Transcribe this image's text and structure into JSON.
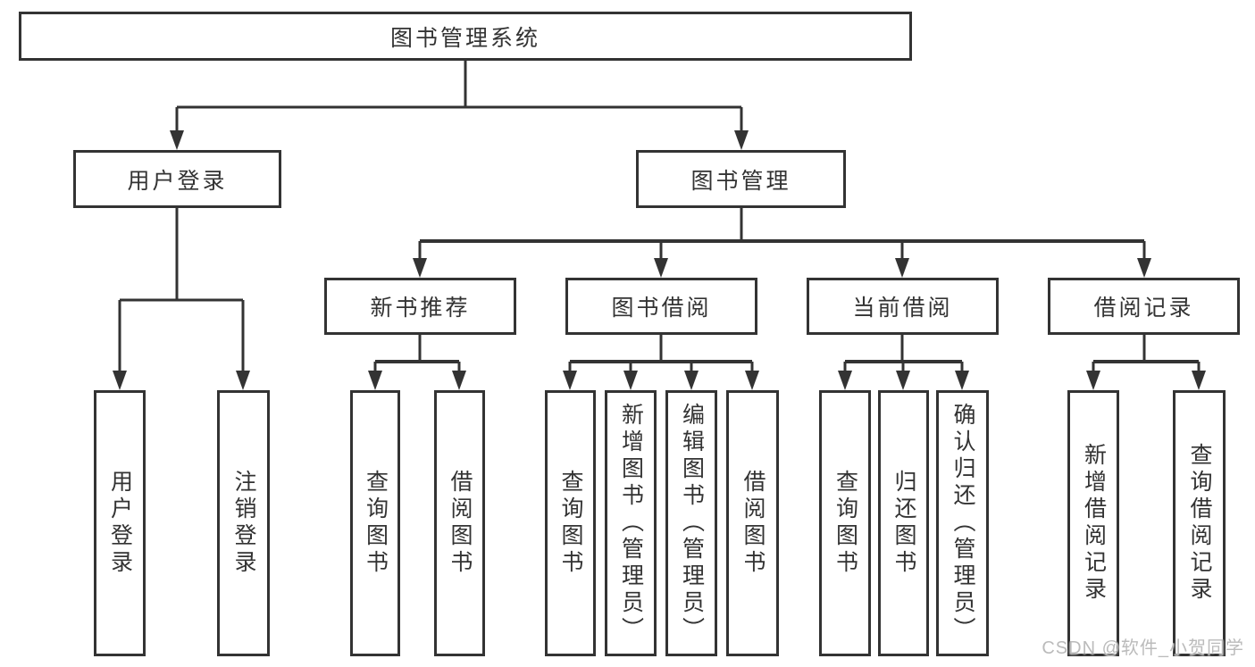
{
  "diagram": {
    "title": "图书管理系统",
    "nodes": {
      "root": "图书管理系统",
      "user_login": "用户登录",
      "book_mgmt": "图书管理",
      "new_book": "新书推荐",
      "book_borrow": "图书借阅",
      "current_borrow": "当前借阅",
      "borrow_record": "借阅记录",
      "leaves": {
        "user_login": [
          "用户登录",
          "注销登录"
        ],
        "new_book": [
          "查询图书",
          "借阅图书"
        ],
        "book_borrow": [
          "查询图书",
          "新增图书（管理员）",
          "编辑图书（管理员）",
          "借阅图书"
        ],
        "current_borrow": [
          "查询图书",
          "归还图书",
          "确认归还（管理员）"
        ],
        "borrow_record": [
          "新增借阅记录",
          "查询借阅记录"
        ]
      }
    }
  },
  "watermark": {
    "text": "CSDN @软件_小贺同学"
  },
  "colors": {
    "line": "#333333",
    "box_border": "#333333",
    "text": "#333333",
    "watermark": "#bbbbbb",
    "background": "#ffffff"
  }
}
